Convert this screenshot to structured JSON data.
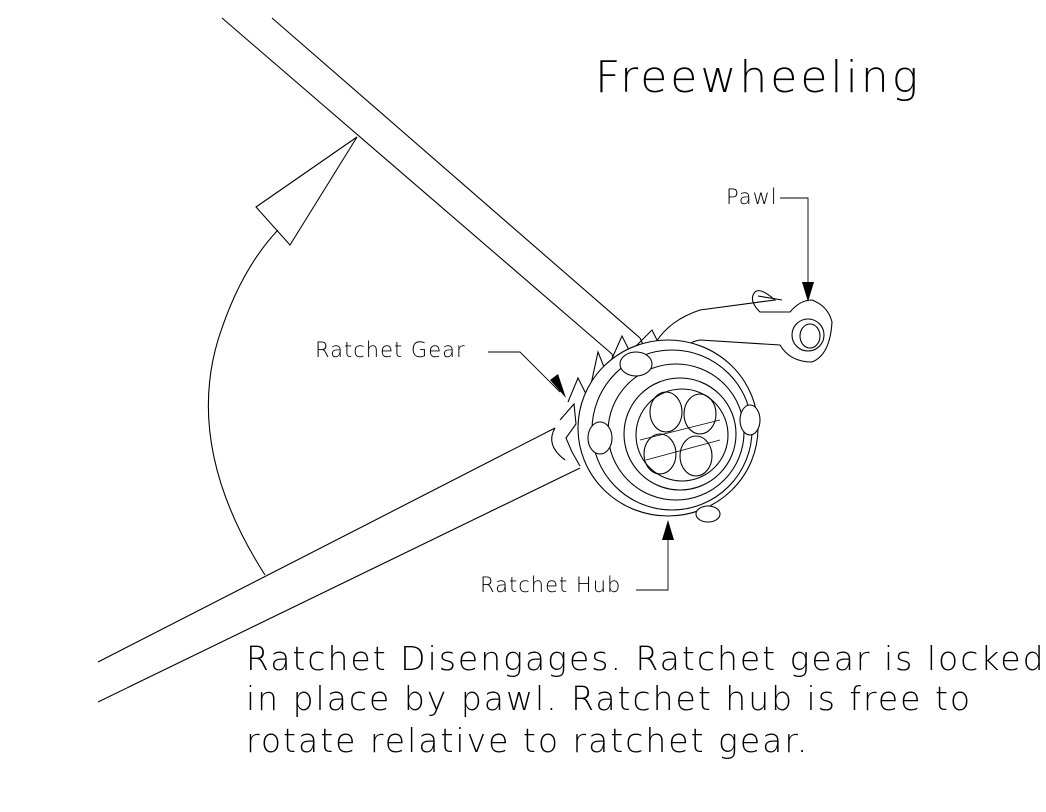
{
  "title": "Freewheeling",
  "labels": {
    "pawl": "Pawl",
    "ratchet_gear": "Ratchet Gear",
    "ratchet_hub": "Ratchet Hub"
  },
  "description": [
    "Ratchet Disengages. Ratchet gear is locked",
    "in place by pawl. Ratchet hub is free to",
    "rotate relative to ratchet gear."
  ]
}
